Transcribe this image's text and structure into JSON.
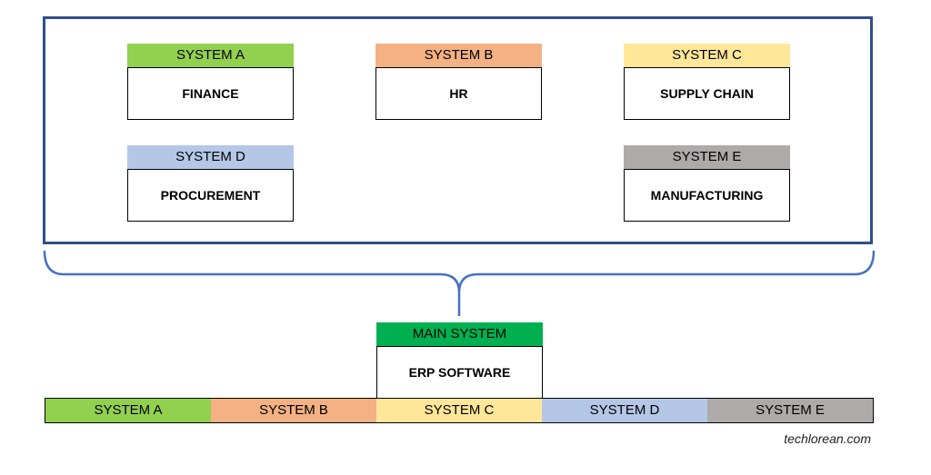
{
  "systems": [
    {
      "tag": "SYSTEM A",
      "module": "FINANCE",
      "color": "#92d050"
    },
    {
      "tag": "SYSTEM B",
      "module": "HR",
      "color": "#f4b183"
    },
    {
      "tag": "SYSTEM C",
      "module": "SUPPLY CHAIN",
      "color": "#ffe699"
    },
    {
      "tag": "SYSTEM D",
      "module": "PROCUREMENT",
      "color": "#b4c7e7"
    },
    {
      "tag": "SYSTEM E",
      "module": "MANUFACTURING",
      "color": "#aeaaaa"
    }
  ],
  "main": {
    "tag": "MAIN SYSTEM",
    "module": "ERP SOFTWARE",
    "color": "#00b050"
  },
  "bar": [
    {
      "label": "SYSTEM A",
      "color": "#92d050"
    },
    {
      "label": "SYSTEM B",
      "color": "#f4b183"
    },
    {
      "label": "SYSTEM C",
      "color": "#ffe699"
    },
    {
      "label": "SYSTEM D",
      "color": "#b4c7e7"
    },
    {
      "label": "SYSTEM E",
      "color": "#aeaaaa"
    }
  ],
  "frame_color": "#2f4f8a",
  "brace_color": "#4472c4",
  "watermark": "techlorean.com"
}
